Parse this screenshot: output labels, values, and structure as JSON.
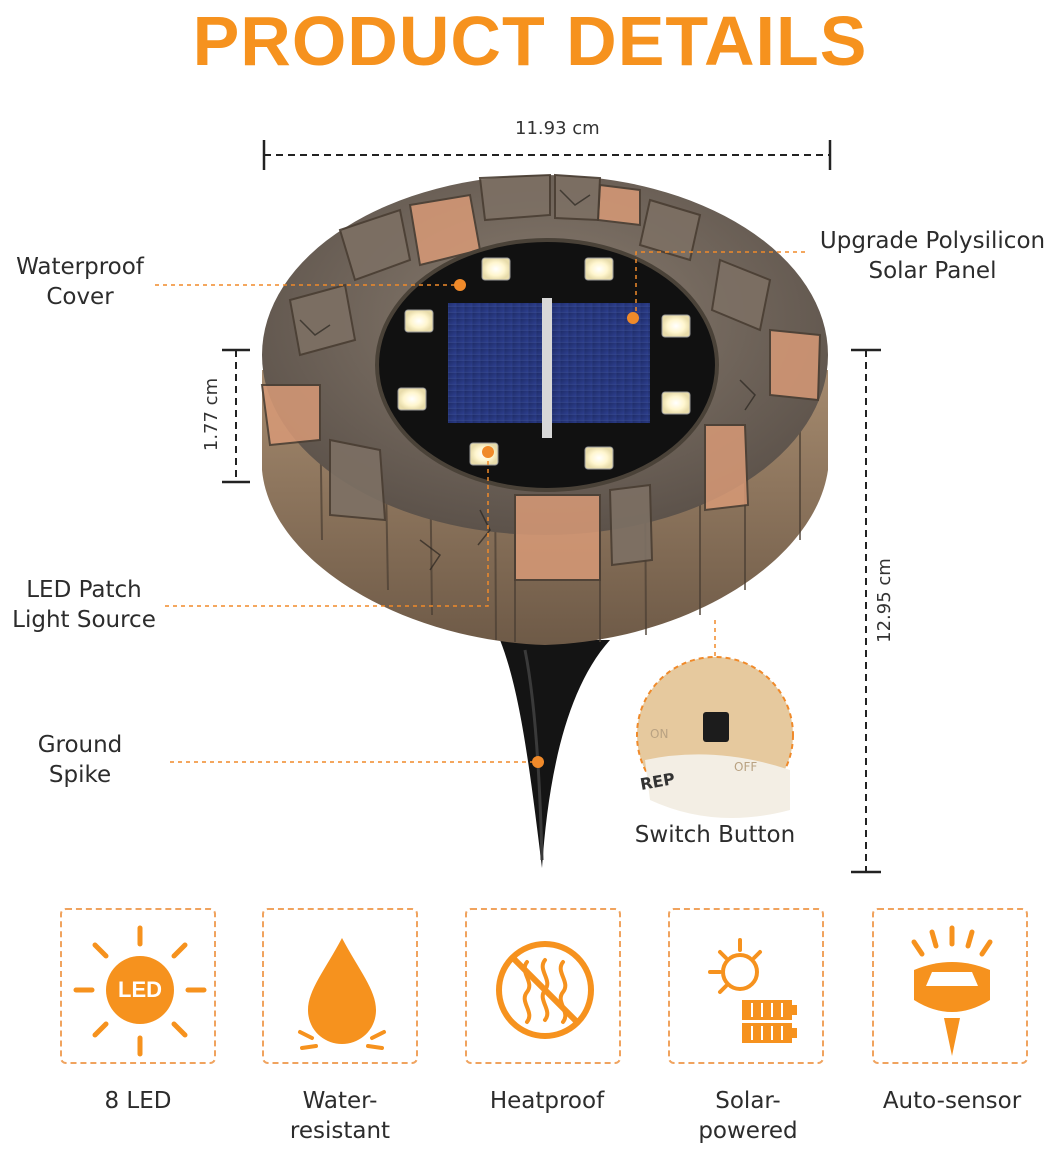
{
  "title": "PRODUCT DETAILS",
  "dimensions": {
    "width": "11.93 cm",
    "thickness": "1.77 cm",
    "height": "12.95 cm"
  },
  "callouts": {
    "waterproof_cover": [
      "Waterproof",
      "Cover"
    ],
    "solar_panel": [
      "Upgrade Polysilicon",
      "Solar Panel"
    ],
    "led_patch": [
      "LED Patch",
      "Light Source"
    ],
    "ground_spike": [
      "Ground",
      "Spike"
    ],
    "switch_button": "Switch Button"
  },
  "switch_inset_text": [
    "ON",
    "OFF",
    "REP"
  ],
  "features": [
    {
      "icon": "led-sun-icon",
      "lines": [
        "8 LED"
      ],
      "badge": "LED"
    },
    {
      "icon": "water-drop-icon",
      "lines": [
        "Water-",
        "resistant"
      ]
    },
    {
      "icon": "heatproof-icon",
      "lines": [
        "Heatproof"
      ]
    },
    {
      "icon": "solar-battery-icon",
      "lines": [
        "Solar-",
        "powered"
      ]
    },
    {
      "icon": "auto-sensor-icon",
      "lines": [
        "Auto-sensor"
      ]
    }
  ],
  "colors": {
    "accent": "#f6921e",
    "dashed_border": "#f0a35e",
    "text": "#2c2c2c"
  }
}
